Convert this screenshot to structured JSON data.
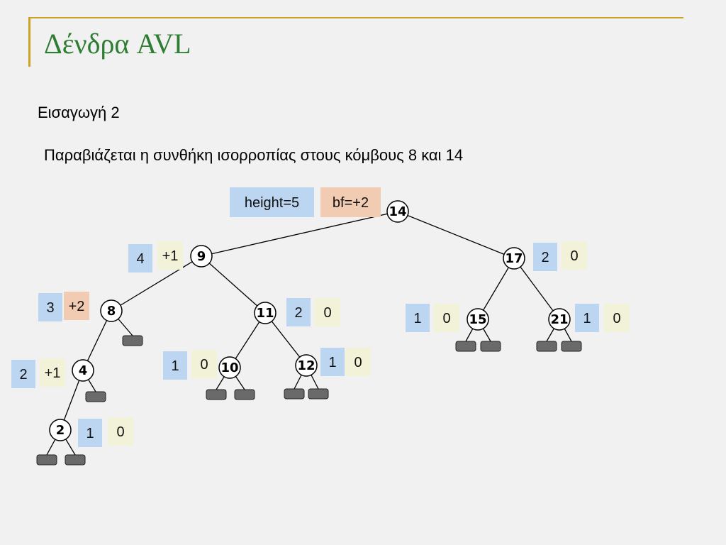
{
  "slide": {
    "title": "Δένδρα AVL",
    "subtitle": "Εισαγωγή 2",
    "description": "Παραβιάζεται η συνθήκη ισορροπίας στους κόμβους 8 και 14"
  },
  "colors": {
    "accent": "#c9a227",
    "title": "#2e7d32",
    "height_box": "#bcd6f1",
    "bf_box": "#f2f2d9",
    "bf_violation_box": "#f1cbb2",
    "leaf": "#6a6a6a"
  },
  "root_labels": {
    "height": "height=5",
    "bf": "bf=+2"
  },
  "nodes": [
    {
      "key": "14",
      "height": "5",
      "bf": "+2",
      "violation": true
    },
    {
      "key": "9",
      "height": "4",
      "bf": "+1",
      "violation": false
    },
    {
      "key": "17",
      "height": "2",
      "bf": "0",
      "violation": false
    },
    {
      "key": "8",
      "height": "3",
      "bf": "+2",
      "violation": true
    },
    {
      "key": "11",
      "height": "2",
      "bf": "0",
      "violation": false
    },
    {
      "key": "15",
      "height": "1",
      "bf": "0",
      "violation": false
    },
    {
      "key": "21",
      "height": "1",
      "bf": "0",
      "violation": false
    },
    {
      "key": "4",
      "height": "2",
      "bf": "+1",
      "violation": false
    },
    {
      "key": "10",
      "height": "1",
      "bf": "0",
      "violation": false
    },
    {
      "key": "12",
      "height": "1",
      "bf": "0",
      "violation": false
    },
    {
      "key": "2",
      "height": "1",
      "bf": "0",
      "violation": false
    }
  ],
  "edges": [
    [
      "14",
      "9"
    ],
    [
      "14",
      "17"
    ],
    [
      "9",
      "8"
    ],
    [
      "9",
      "11"
    ],
    [
      "17",
      "15"
    ],
    [
      "17",
      "21"
    ],
    [
      "8",
      "4"
    ],
    [
      "11",
      "10"
    ],
    [
      "11",
      "12"
    ],
    [
      "4",
      "2"
    ]
  ]
}
